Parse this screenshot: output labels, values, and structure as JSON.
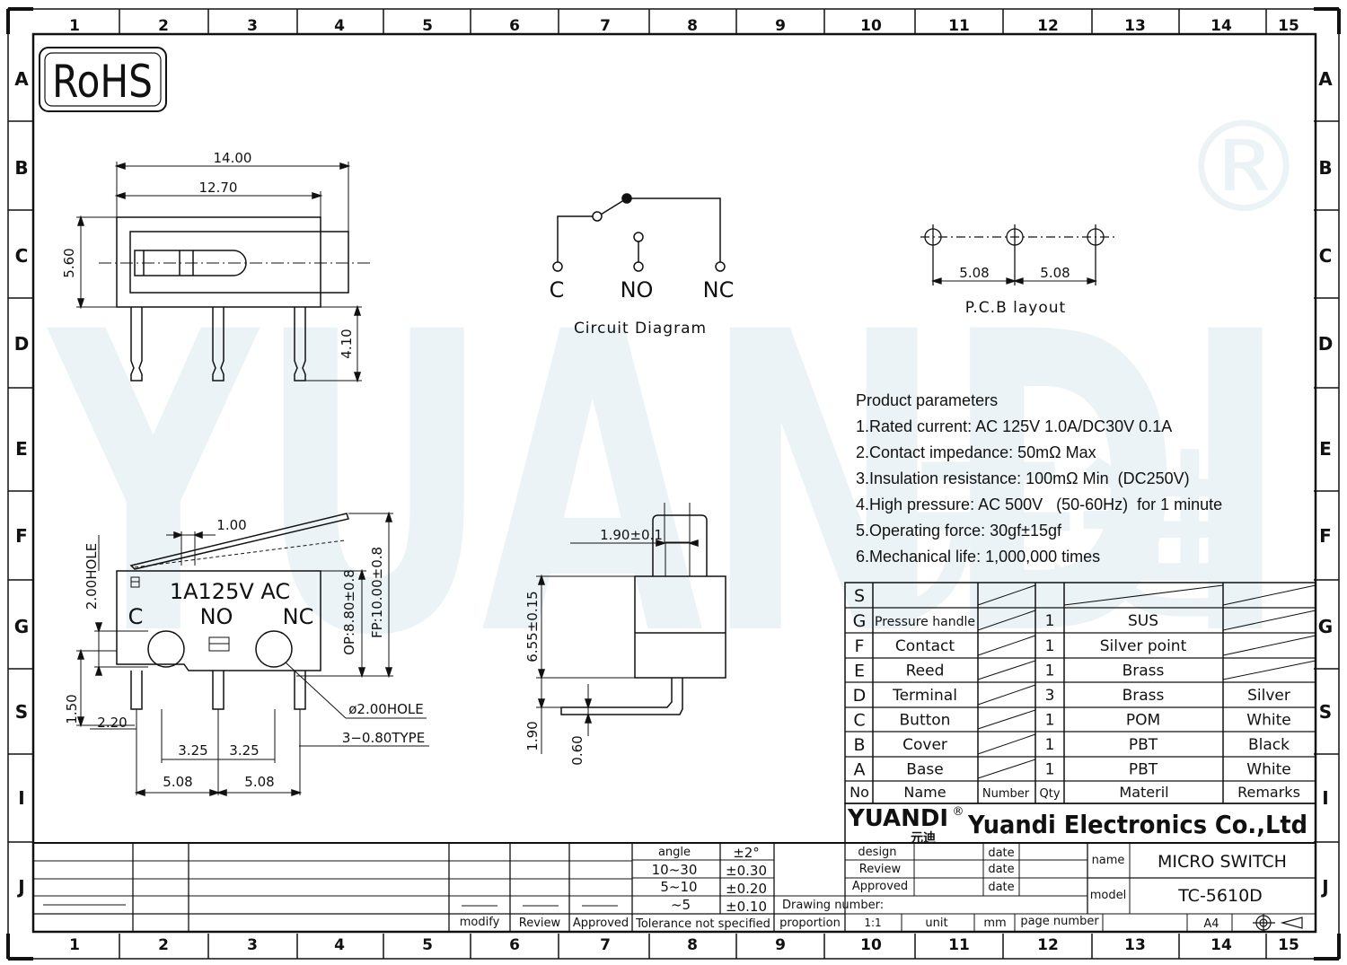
{
  "frame": {
    "columns": [
      "1",
      "2",
      "3",
      "4",
      "5",
      "6",
      "7",
      "8",
      "9",
      "10",
      "11",
      "12",
      "13",
      "14",
      "15"
    ],
    "rows": [
      "A",
      "B",
      "C",
      "D",
      "E",
      "F",
      "G",
      "S",
      "I",
      "J"
    ]
  },
  "rohs": "RoHS",
  "watermark": {
    "text": "YUANDI",
    "chinese": "元迪",
    "mark": "®"
  },
  "top_view": {
    "width": "14.00",
    "inner_width": "12.70",
    "height": "5.60",
    "pin_length": "4.10"
  },
  "circuit": {
    "title": "Circuit  Diagram",
    "c": "C",
    "no": "NO",
    "nc": "NC"
  },
  "pcb": {
    "title": "P.C.B  layout",
    "pitch1": "5.08",
    "pitch2": "5.08"
  },
  "params": {
    "title": "Product parameters",
    "items": [
      "1.Rated current: AC 125V 1.0A/DC30V 0.1A",
      "2.Contact impedance: 50mΩ Max",
      "3.Insulation resistance: 100mΩ Min  (DC250V)",
      "4.High pressure: AC 500V   (50-60Hz)  for 1 minute",
      "5.Operating force: 30gf±15gf",
      "6.Mechanical life: 1,000,000 times"
    ]
  },
  "front_view": {
    "lever_dim": "1.00",
    "hole_dim": "2.00HOLE",
    "body_text": "1A125V  AC",
    "c": "C",
    "no": "NO",
    "nc": "NC",
    "op": "OP:8.80±0.8",
    "fp": "FP:10.00±0.8",
    "hole_note": "ø2.00HOLE",
    "terminal_note": "3−0.80TYPE",
    "d150": "1.50",
    "d220": "2.20",
    "d325a": "3.25",
    "d325b": "3.25",
    "d508a": "5.08",
    "d508b": "5.08"
  },
  "side_view": {
    "btn": "1.90±0.1",
    "height": "6.55±0.15",
    "pin": "1.90",
    "thk": "0.60"
  },
  "bom": {
    "headers": [
      "No",
      "Name",
      "Number",
      "Qty",
      "Materil",
      "Remarks"
    ],
    "rows": [
      {
        "no": "S",
        "name": "",
        "qty": "",
        "material": "",
        "remarks": ""
      },
      {
        "no": "G",
        "name": "Pressure handle",
        "qty": "1",
        "material": "SUS",
        "remarks": ""
      },
      {
        "no": "F",
        "name": "Contact",
        "qty": "1",
        "material": "Silver point",
        "remarks": ""
      },
      {
        "no": "E",
        "name": "Reed",
        "qty": "1",
        "material": "Brass",
        "remarks": ""
      },
      {
        "no": "D",
        "name": "Terminal",
        "qty": "3",
        "material": "Brass",
        "remarks": "Silver"
      },
      {
        "no": "C",
        "name": "Button",
        "qty": "1",
        "material": "POM",
        "remarks": "White"
      },
      {
        "no": "B",
        "name": "Cover",
        "qty": "1",
        "material": "PBT",
        "remarks": "Black"
      },
      {
        "no": "A",
        "name": "Base",
        "qty": "1",
        "material": "PBT",
        "remarks": "White"
      }
    ]
  },
  "company": {
    "logo": "YUANDI",
    "logo_cn": "元迪",
    "reg": "®",
    "name": "Yuandi Electronics Co.,Ltd"
  },
  "tolerance": {
    "rows": [
      [
        "angle",
        "±2°"
      ],
      [
        "10~30",
        "±0.30"
      ],
      [
        "5~10",
        "±0.20"
      ],
      [
        "~5",
        "±0.10"
      ]
    ],
    "note": "Tolerance not specified"
  },
  "revision": {
    "modify": "modify",
    "review": "Review",
    "approved": "Approved"
  },
  "approval": {
    "design": "design",
    "review": "Review",
    "approved": "Approved",
    "date": "date",
    "drawing_number": "Drawing number:",
    "proportion": "proportion",
    "scale": "1:1",
    "unit": "unit",
    "mm": "mm",
    "page_number": "page number",
    "size": "A4"
  },
  "title_block": {
    "name_label": "name",
    "name": "MICRO SWITCH",
    "model_label": "model",
    "model": "TC-5610D"
  }
}
